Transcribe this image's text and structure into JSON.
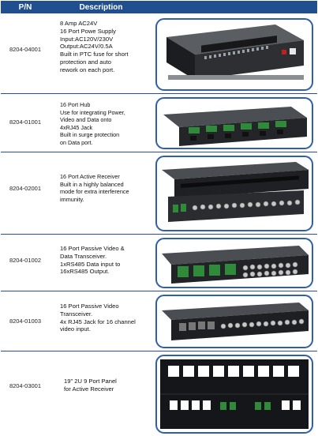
{
  "header": {
    "pn": "P/N",
    "description": "Description"
  },
  "rows": [
    {
      "pn": "8204-04001",
      "lines": [
        "8 Amp AC24V",
        "16 Port Powe Supply",
        "Input:AC120V/230V",
        "Output:AC24V/0.5A",
        "Built in PTC fuse for short",
        "protection and auto",
        "rework on each port."
      ]
    },
    {
      "pn": "8204-01001",
      "lines": [
        "16 Port Hub",
        "Use for integrating Power,",
        "Video and Data onto",
        "4xRJ45 Jack",
        "Built in surge protection",
        "on Data port."
      ]
    },
    {
      "pn": "8204-02001",
      "lines": [
        "16 Port Active Receiver",
        "Built in a highly balanced",
        "mode for extra interference",
        "immunity."
      ]
    },
    {
      "pn": "8204-01002",
      "lines": [
        "16 Port Passive Video &",
        "Data Transceiver.",
        "1xRS485 Data input to",
        "16xRS485 Output."
      ]
    },
    {
      "pn": "8204-01003",
      "lines": [
        "16 Port Passive Video",
        "Transceiver.",
        "4x RJ45 Jack for 16 channel",
        "video input."
      ]
    },
    {
      "pn": "8204-03001",
      "lines": [
        "19\" 2U 9 Port Panel",
        "for Active Receiver"
      ]
    }
  ]
}
